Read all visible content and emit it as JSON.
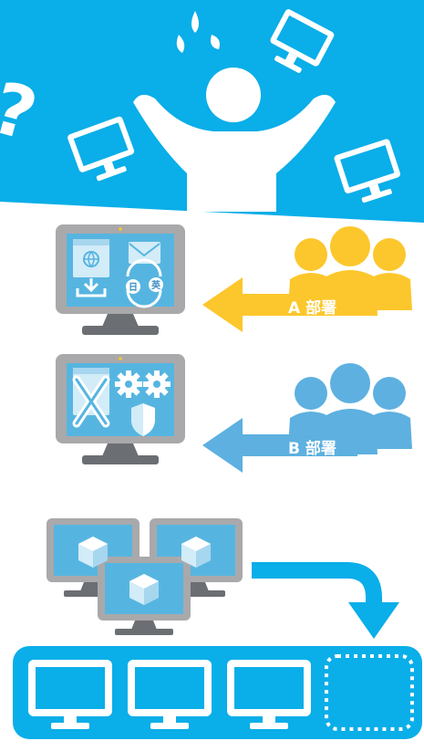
{
  "colors": {
    "sky": "#0aaee8",
    "white": "#ffffff",
    "monitor_frame": "#a9a9ab",
    "monitor_stand": "#6b6e72",
    "screen": "#56b5e0",
    "icon_fill": "#d2ecf8",
    "dept_a": "#fcc72c",
    "dept_b": "#5db0e0",
    "blue_arrow": "#0aaee8"
  },
  "header": {
    "question_mark": "?"
  },
  "departments": [
    {
      "label": "A 部署",
      "color_key": "dept_a",
      "icons": [
        "browser-download-icon",
        "mail-icon",
        "sync-icon"
      ],
      "lang_badges": [
        "日",
        "英"
      ]
    },
    {
      "label": "B 部署",
      "color_key": "dept_b",
      "icons": [
        "blocked-browser-icon",
        "gear-icon",
        "gear-icon",
        "shield-icon"
      ]
    }
  ],
  "consolidation": {
    "virtual_machines": 3,
    "host_slots_filled": 3,
    "host_slots_empty": 1
  }
}
